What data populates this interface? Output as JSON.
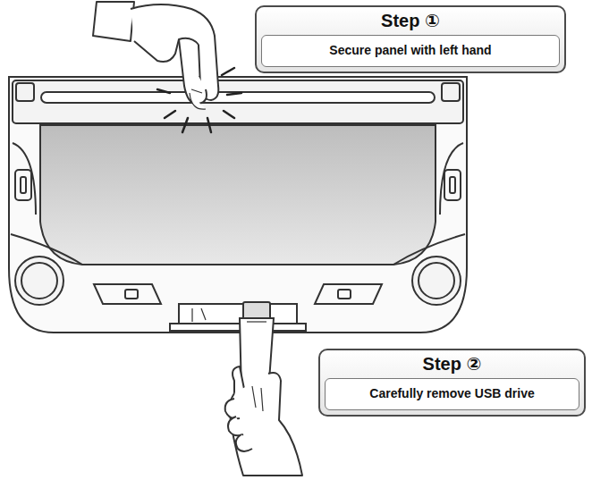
{
  "diagram": {
    "nodes": [
      {
        "text": [
          "Step ①",
          "Secure panel with left hand"
        ]
      },
      {
        "text": [
          "Step ②",
          "Carefully remove USB drive"
        ]
      }
    ]
  }
}
